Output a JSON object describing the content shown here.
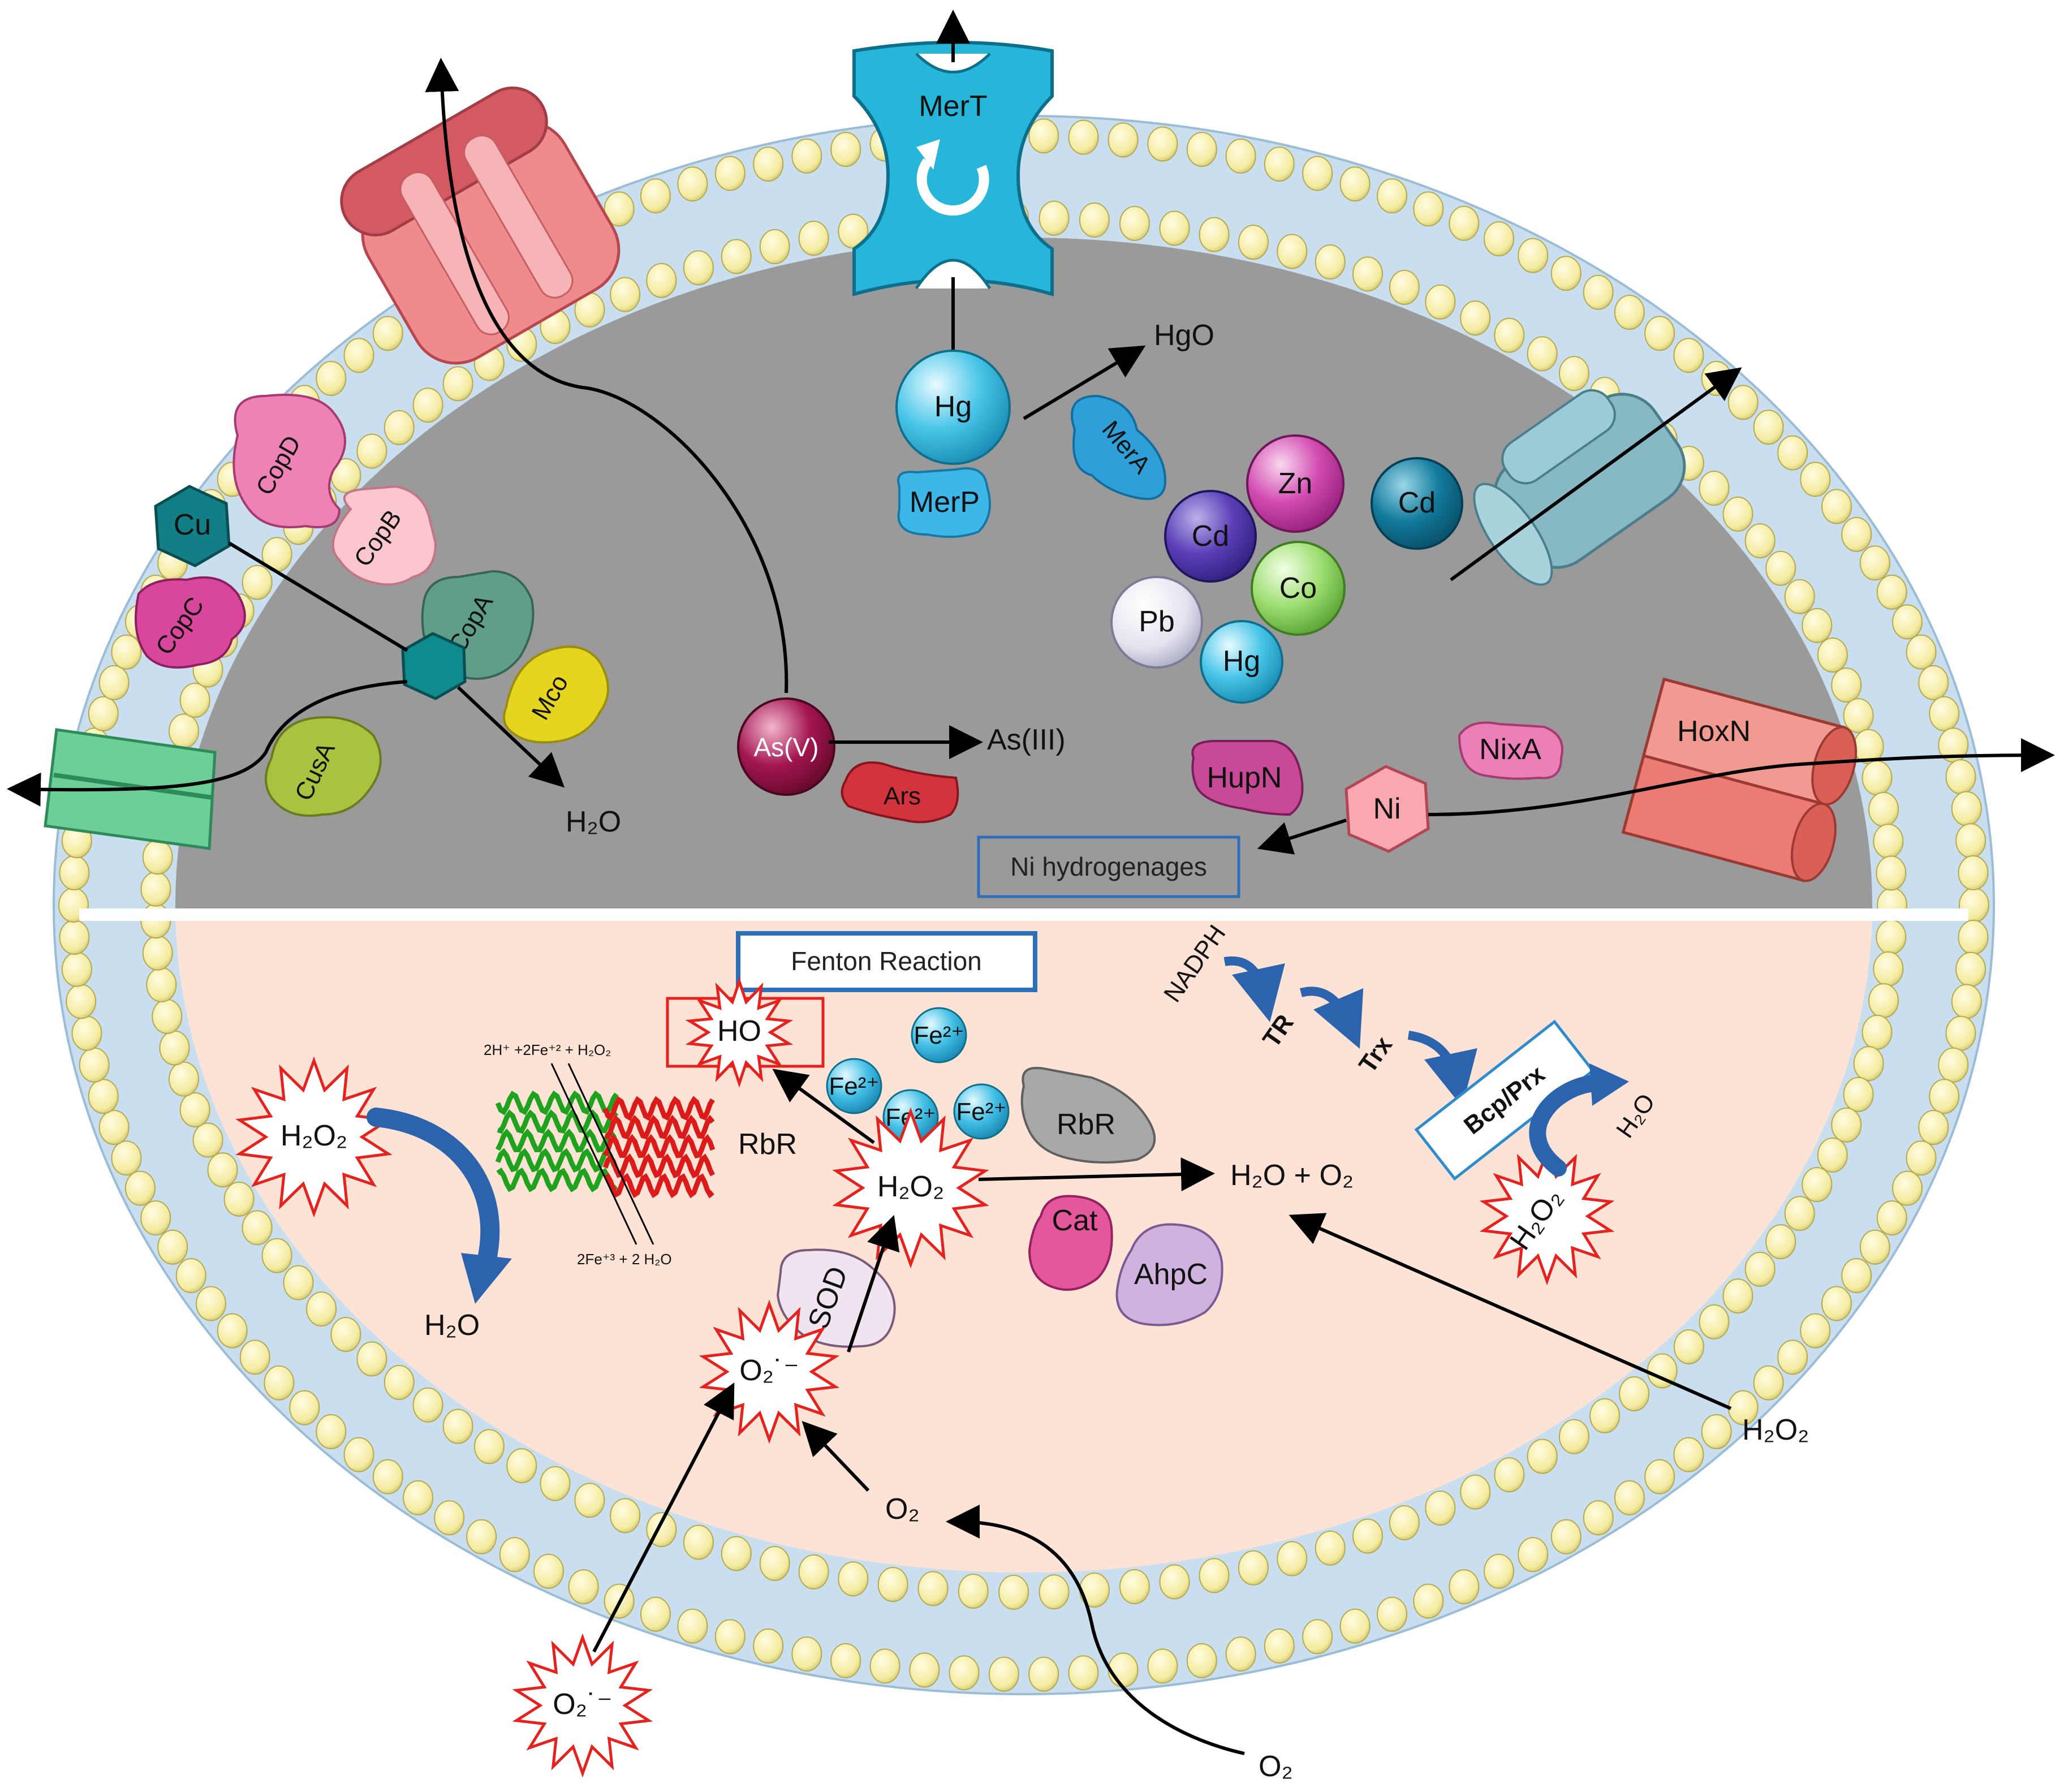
{
  "colors": {
    "cytoplasm_metal": "#9a9a9a",
    "cytoplasm_ros": "#fde3d6",
    "membrane_blue": "#c9dfef",
    "lipid_head": "#f4eba0",
    "box_border": "#2d6fb8",
    "burst_red": "#e5221e",
    "arrow_blue": "#2b63ad"
  },
  "metal": {
    "transporters": {
      "mert": "MerT",
      "hoxn": "HoxN"
    },
    "proteins": {
      "copd": "CopD",
      "copb": "CopB",
      "copc": "CopC",
      "copa": "CopA",
      "mco": "Mco",
      "cusa": "CusA",
      "ars": "Ars",
      "mera": "MerA",
      "merp": "MerP",
      "hupn": "HupN",
      "nixa": "NixA"
    },
    "ions": {
      "cu1": "Cu",
      "hg_main": "Hg",
      "asv": "As(V)",
      "zn": "Zn",
      "cd_purple": "Cd",
      "cd_dark": "Cd",
      "co": "Co",
      "pb": "Pb",
      "hg_small": "Hg",
      "ni": "Ni"
    },
    "products": {
      "hgo": "HgO",
      "as3": "As(III)",
      "h2o": "H₂O"
    },
    "ni_box": "Ni hydrogenages"
  },
  "ros": {
    "fenton_box": "Fenton Reaction",
    "ho": "HO",
    "fe_ions": [
      "Fe²⁺",
      "Fe²⁺",
      "Fe²⁺",
      "Fe²⁺"
    ],
    "reaction_top": "2H⁺ +2Fe⁺² + H₂O₂",
    "reaction_bottom": "2Fe⁺³ + 2 H₂O",
    "rbr_structure_label": "RbR",
    "rbr_protein": "RbR",
    "h2o2_left": "H₂O₂",
    "h2o_left": "H₂O",
    "h2o2_center": "H₂O₂",
    "products_center": "H₂O  + O₂",
    "cat": "Cat",
    "ahpc": "AhpC",
    "sod": "SOD",
    "o2_radical_in": "O₂˙⁻",
    "o2_radical_out": "O₂˙⁻",
    "o2_in": "O₂",
    "o2_out": "O₂",
    "h2o2_out": "H₂O₂",
    "nadph": "NADPH",
    "tr": "TR",
    "trx": "Trx",
    "bcp": "Bcp/Prx",
    "h2o_right": "H₂O",
    "h2o2_right": "H₂O₂"
  }
}
